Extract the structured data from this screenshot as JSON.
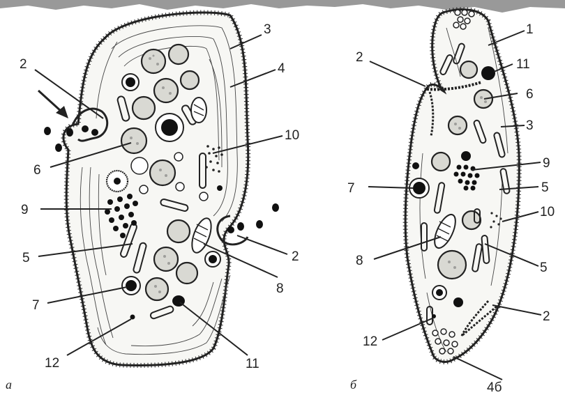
{
  "diagram": {
    "panels": [
      {
        "letter": "а"
      },
      {
        "letter": "б"
      }
    ],
    "labels_a": {
      "l1": "2",
      "l2": "3",
      "l3": "4",
      "l4": "10",
      "l5": "6",
      "l6": "9",
      "l7": "5",
      "l8": "2",
      "l9": "8",
      "l10": "7",
      "l11": "12",
      "l12": "11"
    },
    "labels_b": {
      "l1": "1",
      "l2": "2",
      "l3": "11",
      "l4": "6",
      "l5": "3",
      "l6": "9",
      "l7": "7",
      "l8": "5",
      "l9": "10",
      "l10": "8",
      "l11": "5",
      "l12": "2",
      "l13": "12",
      "l14": "4б"
    },
    "colors": {
      "ink": "#222222",
      "cytoplasm": "#f7f7f4",
      "granule_fill": "#d9d9d3"
    }
  }
}
